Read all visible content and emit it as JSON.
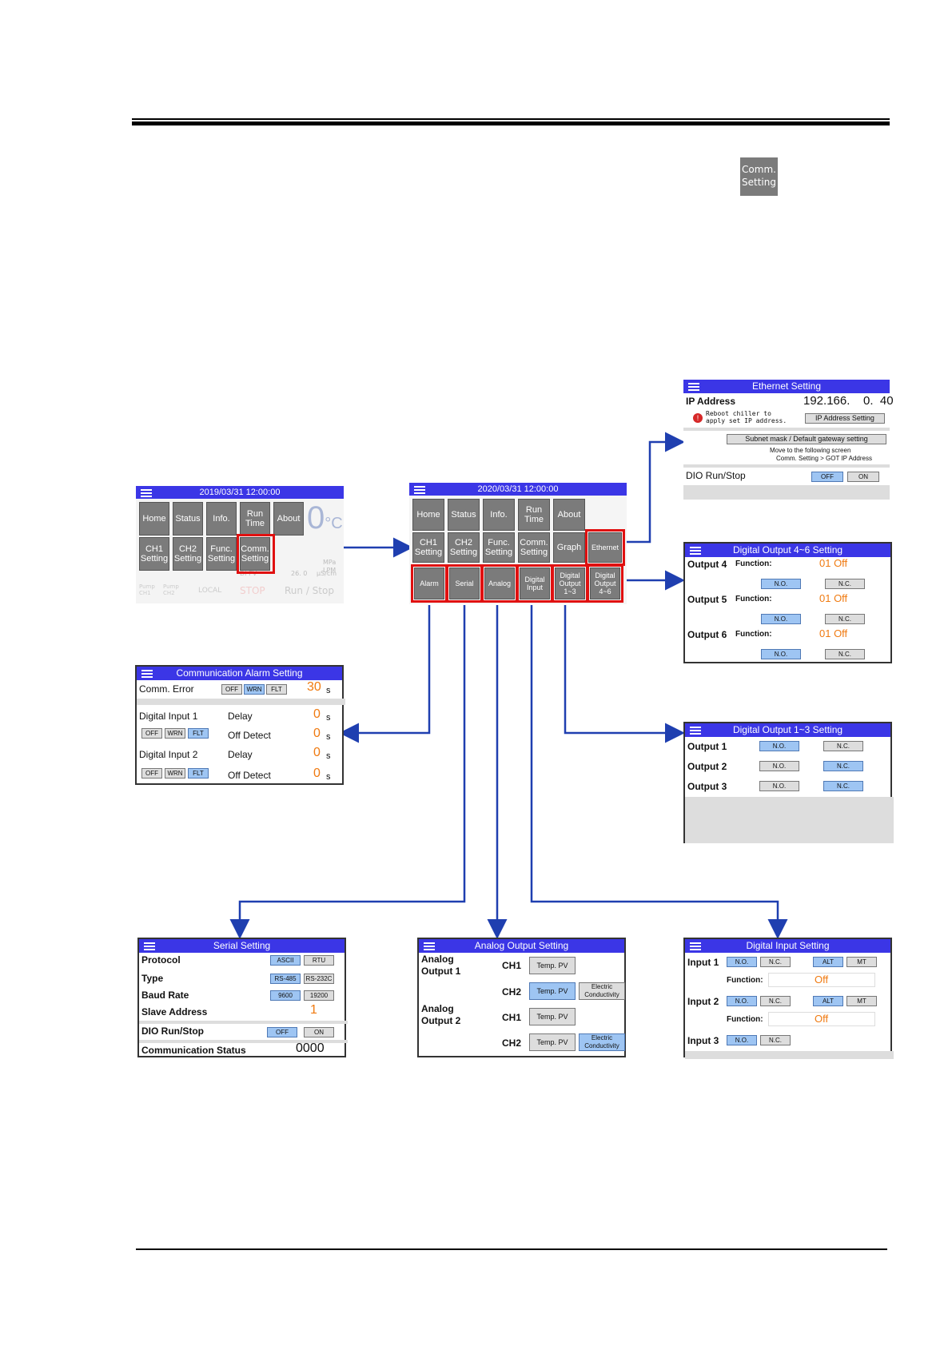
{
  "header_badge": {
    "line1": "Comm.",
    "line2": "Setting"
  },
  "left_screen": {
    "datetime": "2019/03/31    12:00:00",
    "buttons": [
      "Home",
      "Status",
      "Info.",
      "Run\nTime",
      "About",
      "CH1\nSetting",
      "CH2\nSetting",
      "Func.\nSetting",
      "Comm.\nSetting"
    ],
    "big_value": "0",
    "big_unit": "°C",
    "bottom": [
      "Pump CH1",
      "Pump CH2",
      "LOCAL",
      "STOP",
      "Run / Stop"
    ],
    "misc": [
      "DI PV",
      "MPa",
      "LPM",
      "26. 0",
      "µS/cm"
    ]
  },
  "main_screen": {
    "datetime": "2020/03/31    12:00:00",
    "buttons_row1": [
      "Home",
      "Status",
      "Info.",
      "Run\nTime",
      "About"
    ],
    "buttons_row2": [
      "CH1\nSetting",
      "CH2\nSetting",
      "Func.\nSetting",
      "Comm.\nSetting",
      "Graph",
      "Ethernet"
    ],
    "buttons_row3": [
      "Alarm",
      "Serial",
      "Analog",
      "Digital\nInput",
      "Digital\nOutput\n1~3",
      "Digital\nOutput\n4~6"
    ]
  },
  "ethernet": {
    "title": "Ethernet Setting",
    "ip_label": "IP Address",
    "ip_value": "192.166.    0.  40",
    "note": "Reboot chiller to\napply set IP address.",
    "ip_button": "IP Address Setting",
    "subnet_button": "Subnet mask / Default gateway setting",
    "move_note": "Move to the following screen",
    "path_note": "Comm. Setting > GOT IP Address",
    "dio_label": "DIO Run/Stop",
    "off": "OFF",
    "on": "ON"
  },
  "do46": {
    "title": "Digital Output 4~6 Setting",
    "rows": [
      {
        "label": "Output 4",
        "func": "Function:",
        "value": "01 Off"
      },
      {
        "label": "Output 5",
        "func": "Function:",
        "value": "01 Off"
      },
      {
        "label": "Output 6",
        "func": "Function:",
        "value": "01 Off"
      }
    ],
    "no": "N.O.",
    "nc": "N.C."
  },
  "comm_alarm": {
    "title": "Communication Alarm Setting",
    "comm_error": "Comm. Error",
    "comm_error_value": "30",
    "unit": "s",
    "off": "OFF",
    "wrn": "WRN",
    "flt": "FLT",
    "di1": "Digital Input 1",
    "di2": "Digital Input 2",
    "delay": "Delay",
    "off_detect": "Off Detect",
    "zero": "0"
  },
  "do13": {
    "title": "Digital Output 1~3 Setting",
    "rows": [
      "Output 1",
      "Output 2",
      "Output 3"
    ],
    "no": "N.O.",
    "nc": "N.C."
  },
  "serial": {
    "title": "Serial Setting",
    "protocol": "Protocol",
    "ascii": "ASCII",
    "rtu": "RTU",
    "type": "Type",
    "rs485": "RS-485",
    "rs232": "RS-232C",
    "baud": "Baud Rate",
    "b9600": "9600",
    "b19200": "19200",
    "slave": "Slave Address",
    "slave_value": "1",
    "dio": "DIO Run/Stop",
    "off": "OFF",
    "on": "ON",
    "status": "Communication Status",
    "status_value": "0000"
  },
  "analog": {
    "title": "Analog Output Setting",
    "out1": "Analog\nOutput 1",
    "out2": "Analog\nOutput 2",
    "ch1": "CH1",
    "ch2": "CH2",
    "temp_pv": "Temp. PV",
    "ec": "Electric\nConductivity"
  },
  "di": {
    "title": "Digital Input Setting",
    "input1": "Input 1",
    "input2": "Input 2",
    "input3": "Input 3",
    "no": "N.O.",
    "nc": "N.C.",
    "alt": "ALT",
    "mt": "MT",
    "func": "Function:",
    "off": "Off"
  },
  "colors": {
    "title_bar": "#3b36e6",
    "arrow": "#1f3fb0",
    "highlight": "#e01010",
    "value": "#f07a10"
  }
}
